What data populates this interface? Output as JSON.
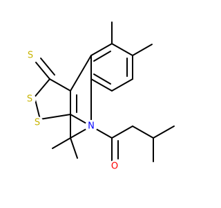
{
  "atoms": {
    "thione_sulfur": {
      "label": "S",
      "color": "#c8b400"
    },
    "ring_sulfur_upper": {
      "label": "S",
      "color": "#c8b400"
    },
    "ring_sulfur_lower": {
      "label": "S",
      "color": "#c8b400"
    },
    "ring_nitrogen": {
      "label": "N",
      "color": "#0000ff"
    },
    "carbonyl_oxygen": {
      "label": "O",
      "color": "#ff0000"
    }
  },
  "bond_color": "#000000"
}
